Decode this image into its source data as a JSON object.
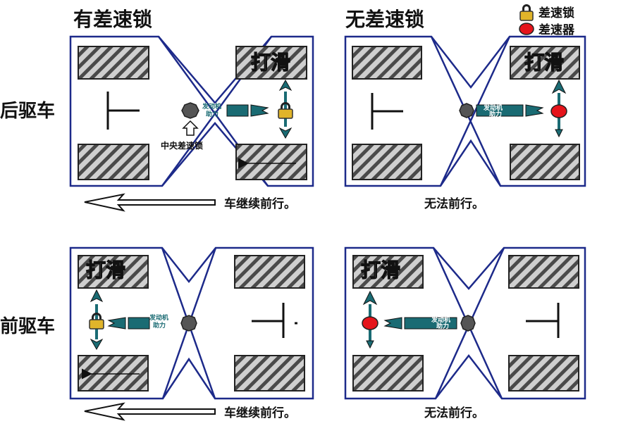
{
  "headers": {
    "with_lock": "有差速锁",
    "without_lock": "无差速锁"
  },
  "rows": {
    "rear": "后驱车",
    "front": "前驱车"
  },
  "legend": {
    "lock": "差速锁",
    "diff": "差速器"
  },
  "labels": {
    "slip": "打滑",
    "engine_line1": "发动机",
    "engine_line2": "助力",
    "center_lock": "中央差速锁",
    "continue": "车继续前行。",
    "cannot": "无法前行。"
  },
  "colors": {
    "frame": "#1d2a8a",
    "teal": "#1a6b73",
    "lock_gold": "#e0b42a",
    "diff_red": "#e5141b",
    "hatch": "#4a4a4a"
  }
}
